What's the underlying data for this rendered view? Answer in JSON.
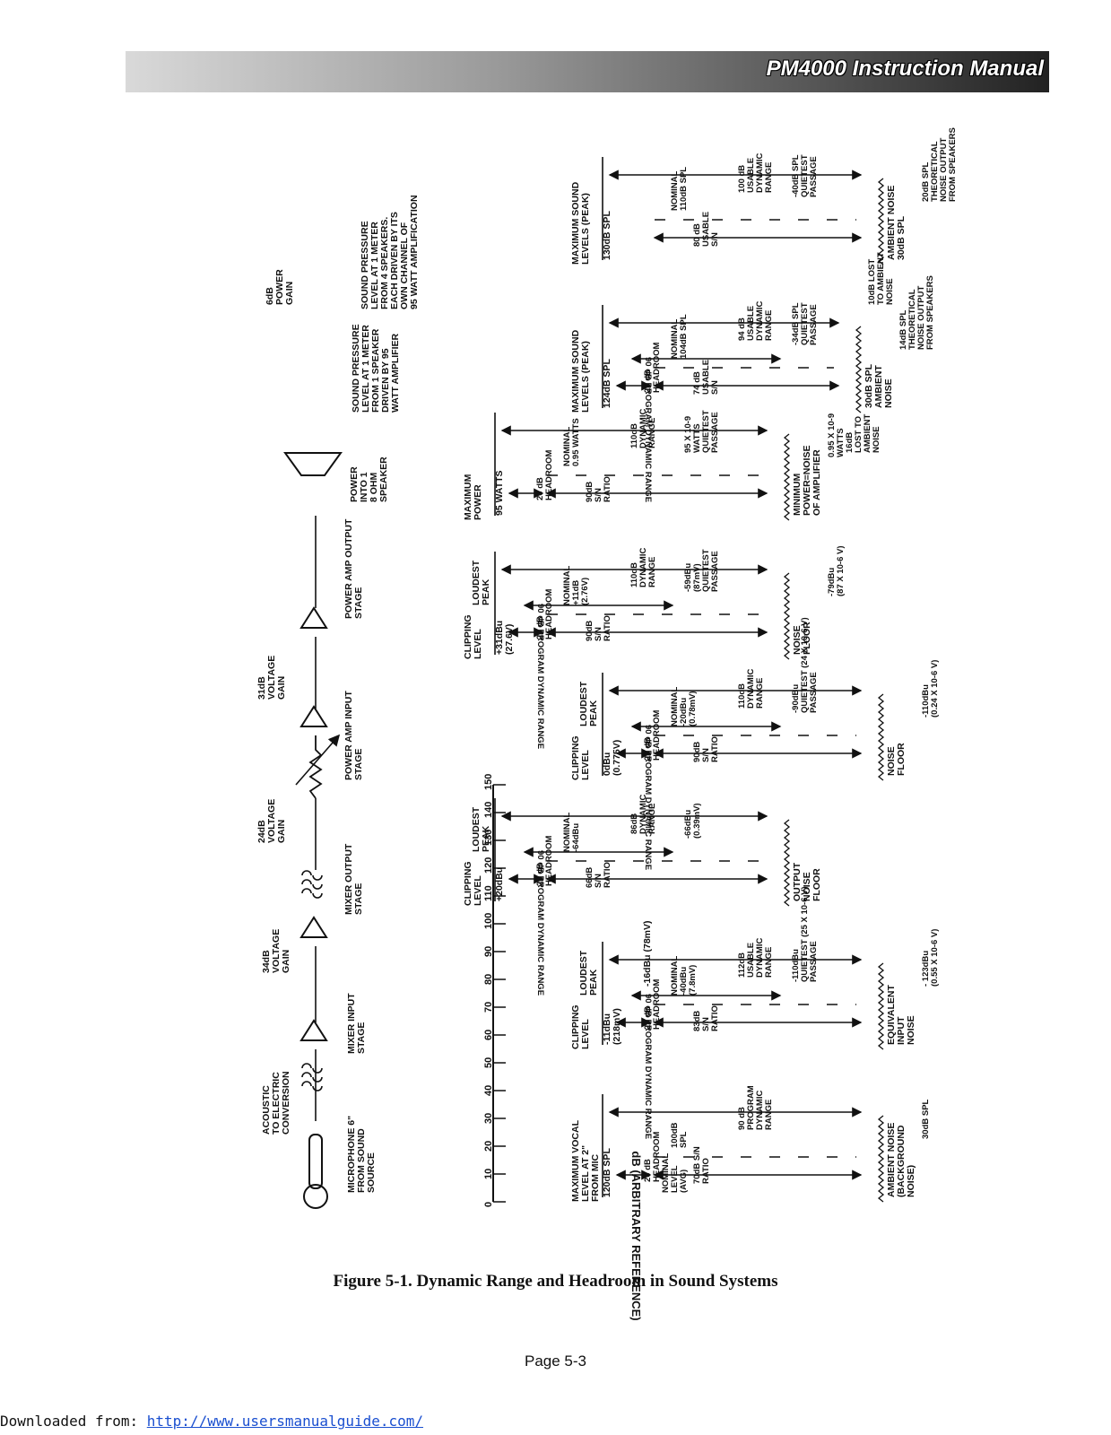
{
  "header": {
    "title": "PM4000 Instruction Manual"
  },
  "axis": {
    "title": "dB (ARBITRARY REFERENCE)",
    "ticks": [
      "150",
      "140",
      "130",
      "120",
      "110",
      "100",
      "90",
      "80",
      "70",
      "60",
      "50",
      "40",
      "30",
      "20",
      "10",
      "0"
    ]
  },
  "stages": [
    [
      "MICROPHONE 6\"",
      "FROM SOUND",
      "SOURCE"
    ],
    [
      "MIXER INPUT",
      "STAGE"
    ],
    [
      "MIXER OUTPUT",
      "STAGE"
    ],
    [
      "POWER AMP INPUT",
      "STAGE"
    ],
    [
      "POWER AMP OUTPUT",
      "STAGE"
    ],
    [
      "POWER",
      "INTO 1",
      "8 OHM",
      "SPEAKER"
    ],
    [
      "SOUND PRESSURE",
      "LEVEL AT 1 METER",
      "FROM 1 SPEAKER",
      "DRIVEN BY 95",
      "WATT AMPLIFIER"
    ],
    [
      "SOUND PRESSURE",
      "LEVEL AT 1 METER",
      "FROM 4 SPEAKERS.",
      "EACH DRIVEN BY ITS",
      "OWN CHANNEL OF",
      "95 WATT AMPLIFICATION"
    ]
  ],
  "gains": [
    [
      "ACOUSTIC",
      "TO ELECTRIC",
      "CONVERSION"
    ],
    [
      "34dB",
      "VOLTAGE",
      "GAIN"
    ],
    [
      "24dB",
      "VOLTAGE",
      "GAIN"
    ],
    [
      "31dB",
      "VOLTAGE",
      "GAIN"
    ],
    [
      "6dB",
      "POWER",
      "GAIN"
    ]
  ],
  "columns": [
    {
      "head": [
        "MAXIMUM VOCAL",
        "LEVEL AT 2\"",
        "FROM MIC"
      ],
      "peak": "120dB SPL",
      "nominal": [
        "100dB",
        "SPL"
      ],
      "nominal_label": [
        "NOMINAL",
        "LEVEL",
        "(AVG)"
      ],
      "headroom": [
        "20 dB",
        "HEADROOM"
      ],
      "sn": [
        "70dB S/N",
        "RATIO"
      ],
      "range": [
        "90 dB",
        "PROGRAM",
        "DYNAMIC",
        "RANGE"
      ],
      "floor": [
        "AMBIENT NOISE",
        "(BACKGROUND",
        "NOISE)"
      ],
      "floor_value": "30dB SPL"
    },
    {
      "head": [
        "CLIPPING",
        "LEVEL"
      ],
      "head2": [
        "LOUDEST",
        "PEAK"
      ],
      "peak": [
        "-11dBu",
        "(218mV)"
      ],
      "peak2": "-16dBu (78mV)",
      "nominal": [
        "NOMINAL",
        "-40dBu",
        "(7.8mV)"
      ],
      "headroom": [
        "29 dB",
        "HEADROOM"
      ],
      "sn": [
        "83dB",
        "S/N",
        "RATIO"
      ],
      "range": [
        "112dB",
        "USABLE",
        "DYNAMIC",
        "RANGE"
      ],
      "program": "90 dB PROGRAM DYNAMIC RANGE",
      "quiet": [
        "-110dBu",
        "QUIETEST (25 X 10-6 V)",
        "PASSAGE"
      ],
      "floor": [
        "EQUIVALENT",
        "INPUT",
        "NOISE"
      ],
      "floor_value": [
        "- 123dBu",
        "(0.55 X 10-6 V)"
      ]
    },
    {
      "head": [
        "CLIPPING",
        "LEVEL"
      ],
      "head2": [
        "LOUDEST",
        "PEAK"
      ],
      "peak": "+20dBu",
      "nominal": [
        "NOMINAL",
        "-64dBu"
      ],
      "headroom": [
        "26 dB",
        "HEADROOM"
      ],
      "sn": [
        "66dB",
        "S/N",
        "RATIO"
      ],
      "range": [
        "86dB",
        "DYNAMIC",
        "RANGE"
      ],
      "program": "90 dB PROGRAM DYNAMIC RANGE",
      "quiet": [
        "-66dBu",
        "(0.39mV)"
      ],
      "floor": [
        "OUTPUT",
        "NOISE",
        "FLOOR"
      ]
    },
    {
      "head": [
        "CLIPPING",
        "LEVEL"
      ],
      "head2": [
        "LOUDEST",
        "PEAK"
      ],
      "peak": [
        "0dBu",
        "(0.775V)"
      ],
      "nominal": [
        "NOMINAL",
        "-20dBu",
        "(0.78mV)"
      ],
      "headroom": [
        "20 dB",
        "HEADROOM"
      ],
      "sn": [
        "90dB",
        "S/N",
        "RATIO"
      ],
      "range": [
        "110dB",
        "DYNAMIC",
        "RANGE"
      ],
      "program": "90 dB PROGRAM DYNAMIC RANGE",
      "quiet": [
        "-90dBu",
        "QUIETEST (24 X 10-6 V)",
        "PASSAGE"
      ],
      "floor": [
        "NOISE",
        "FLOOR"
      ],
      "floor_value": [
        "-110dBu",
        "(0.24 X 10-6 V)"
      ]
    },
    {
      "head": [
        "CLIPPING",
        "LEVEL"
      ],
      "head2": [
        "LOUDEST",
        "PEAK"
      ],
      "peak": [
        "+31dBu",
        "(27.6V)"
      ],
      "nominal": [
        "NOMINAL",
        "+11dB",
        "(2.76V)"
      ],
      "headroom": [
        "20 dB",
        "HEADROOM"
      ],
      "sn": [
        "90dB",
        "S/N",
        "RATIO"
      ],
      "range": [
        "110dB",
        "DYNAMIC",
        "RANGE"
      ],
      "program": "90 dB PROGRAM DYNAMIC RANGE",
      "quiet": [
        "-59dBu",
        "(87mV)",
        "QUIETEST",
        "PASSAGE"
      ],
      "floor": [
        "NOISE",
        "FLOOR"
      ],
      "floor_value": [
        "-79dBu",
        "(87 X 10-6 V)"
      ]
    },
    {
      "head": [
        "MAXIMUM",
        "POWER"
      ],
      "peak": "95 WATTS",
      "nominal": [
        "NOMINAL",
        "0.95 WATTS"
      ],
      "headroom": [
        "20 dB",
        "HEADROOM"
      ],
      "sn": [
        "90dB",
        "S/N",
        "RATIO"
      ],
      "range": [
        "110dB",
        "DYNAMIC",
        "RANGE"
      ],
      "quiet": [
        "95 X 10-9",
        "WATTS",
        "QUIETEST",
        "PASSAGE"
      ],
      "floor": [
        "MINIMUM",
        "POWER=NOISE",
        "OF AMPLIFIER"
      ],
      "floor_value": [
        "0.95 X 10-9",
        "WATTS"
      ]
    },
    {
      "head": [
        "MAXIMUM SOUND",
        "LEVELS (PEAK)"
      ],
      "peak": "124dB SPL",
      "nominal": [
        "NOMINAL",
        "104dB SPL"
      ],
      "headroom": [
        "20 dB",
        "HEADROOM"
      ],
      "sn": [
        "74 dB",
        "USABLE",
        "S/N"
      ],
      "range": [
        "94 dB",
        "USABLE",
        "DYNAMIC",
        "RANGE"
      ],
      "program": "90 dB PROGRAM DYNAMIC RANGE",
      "quiet": [
        "-34dB SPL",
        "QUIETEST",
        "PASSAGE"
      ],
      "floor": [
        "30dB SPL",
        "AMBIENT",
        "NOISE"
      ],
      "floor_value": [
        "14dB SPL",
        "THEORETICAL",
        "NOISE OUTPUT",
        "FROM SPEAKERS"
      ],
      "lost": [
        "16dB",
        "LOST TO",
        "AMBIENT",
        "NOISE"
      ]
    },
    {
      "head": [
        "MAXIMUM SOUND",
        "LEVELS (PEAK)"
      ],
      "peak": "130dB SPL",
      "nominal": [
        "NOMINAL",
        "110dB SPL"
      ],
      "sn": [
        "80 dB",
        "USABLE",
        "S/N"
      ],
      "range": [
        "100 dB",
        "USABLE",
        "DYNAMIC",
        "RANGE"
      ],
      "quiet": [
        "-40dB SPL",
        "QUIETEST",
        "PASSAGE"
      ],
      "floor": [
        "AMBIENT NOISE",
        "30dB SPL"
      ],
      "floor_value": [
        "20dB SPL",
        "THEORETICAL",
        "NOISE OUTPUT",
        "FROM SPEAKERS"
      ],
      "lost": [
        "10dB LOST",
        "TO AMBIENT",
        "NOISE"
      ]
    }
  ],
  "caption": "Figure 5-1. Dynamic Range and Headroom in Sound Systems",
  "page_number": "Page 5-3",
  "footer": {
    "prefix": "Downloaded from: ",
    "link": "http://www.usersmanualguide.com/"
  }
}
